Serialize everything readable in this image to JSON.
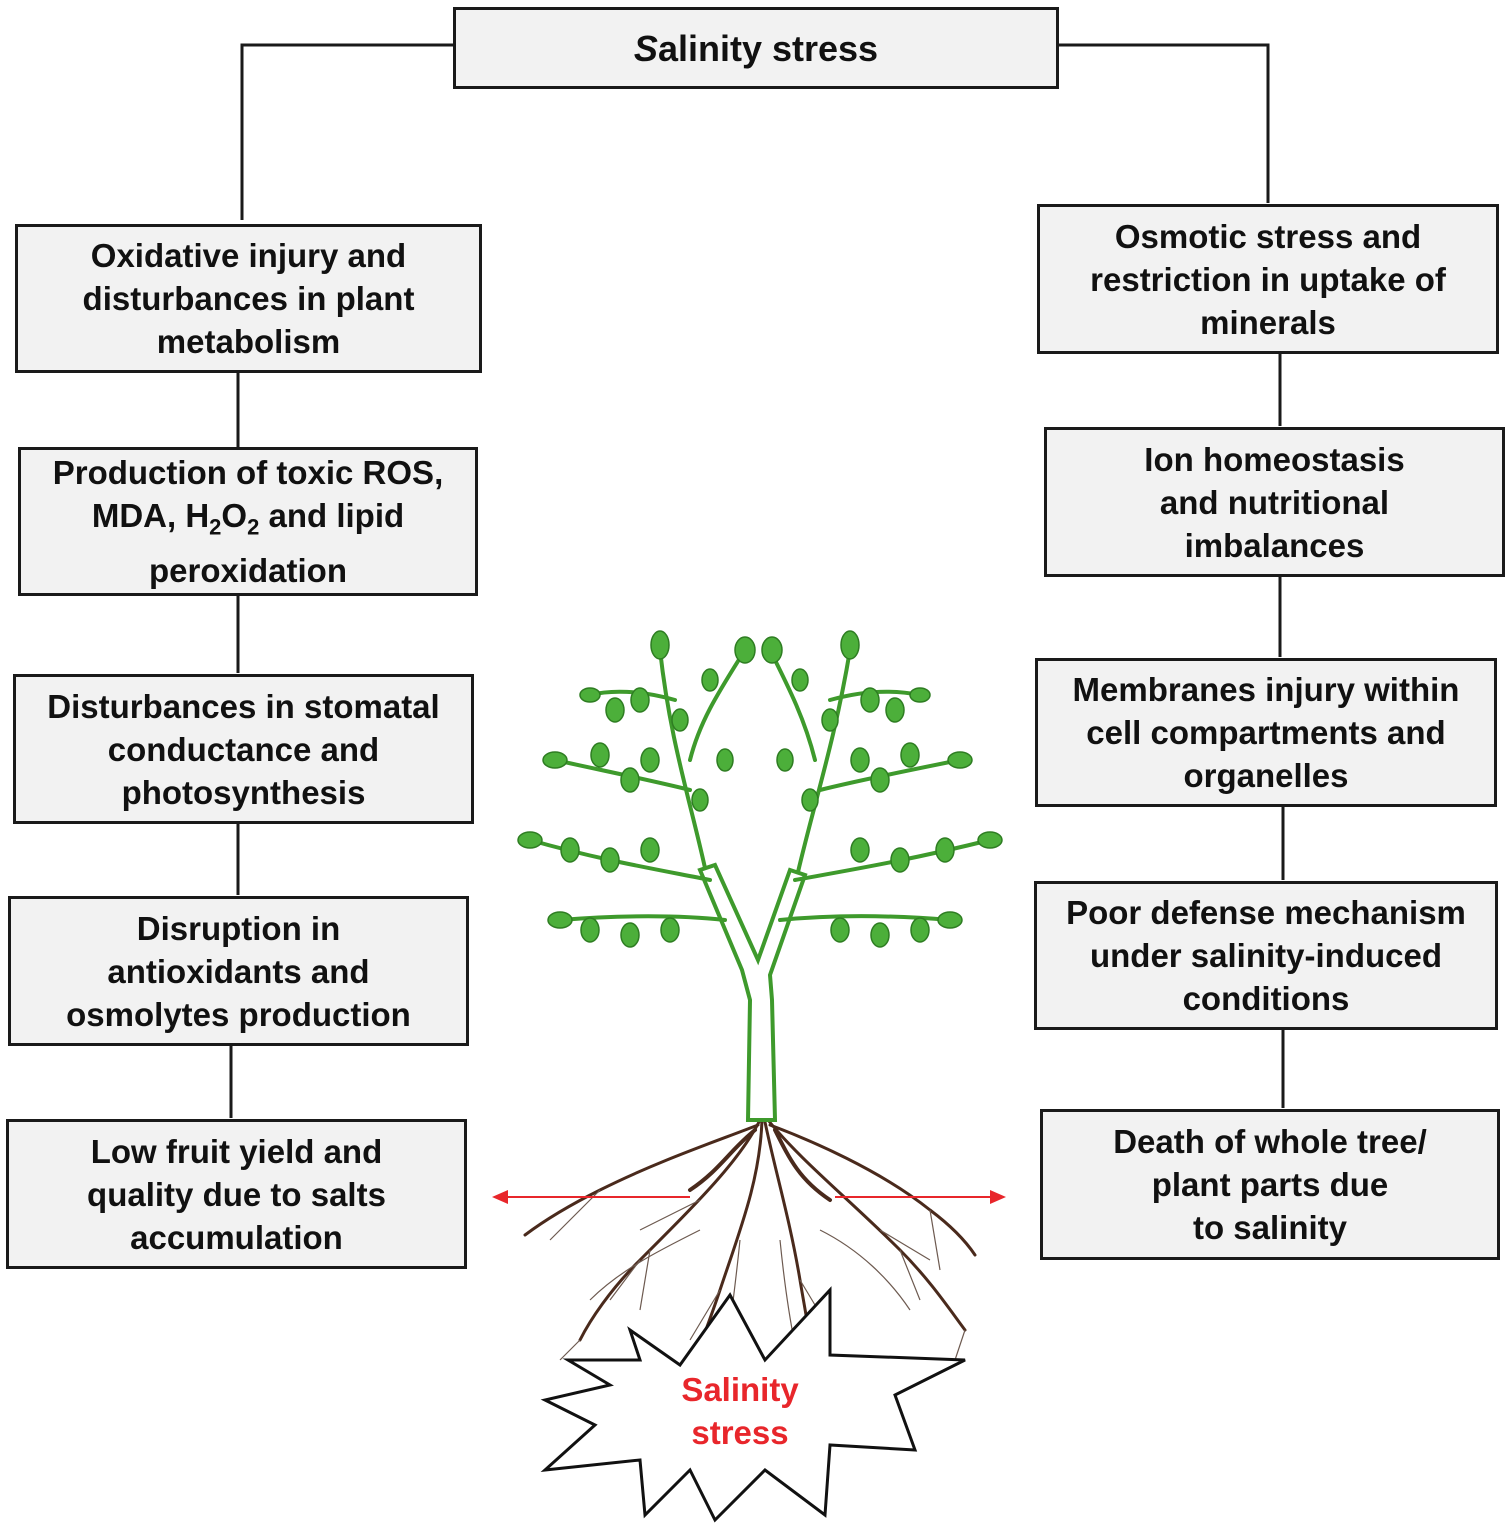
{
  "colors": {
    "box_fill": "#f2f2f2",
    "box_border": "#1a1a1a",
    "leaf_green": "#4caf3a",
    "trunk_green": "#3e9a2c",
    "root_brown": "#4a2a1c",
    "arrow_red": "#e8262b",
    "burst_text": "#e8262b"
  },
  "title": {
    "first": "S",
    "rest": "alinity stress"
  },
  "left_chain": [
    {
      "text": "Oxidative injury and\ndisturbances in plant\nmetabolism"
    },
    {
      "line1": "Production of toxic ROS,",
      "pre": "MDA, H",
      "sub1": "2",
      "mid": "O",
      "sub2": "2",
      "post": " and lipid",
      "line3": "peroxidation"
    },
    {
      "text": "Disturbances in stomatal\nconductance and\nphotosynthesis"
    },
    {
      "text": "Disruption in\nantioxidants and\nosmolytes production"
    },
    {
      "text": "Low fruit  yield and\nquality due to salts\naccumulation"
    }
  ],
  "right_chain": [
    {
      "text": "Osmotic stress and\nrestriction in uptake of\nminerals"
    },
    {
      "text": "Ion homeostasis\nand nutritional\nimbalances"
    },
    {
      "text": "Membranes injury within\ncell compartments and\norganelles"
    },
    {
      "text": "Poor defense mechanism\nunder salinity-induced\nconditions"
    },
    {
      "text": "Death of whole tree/\nplant parts due\nto salinity"
    }
  ],
  "burst": {
    "line1": "Salinity",
    "line2": "stress"
  },
  "icons": {
    "tree": "tree-illustration",
    "roots": "roots-illustration",
    "burst": "starburst-shape"
  }
}
